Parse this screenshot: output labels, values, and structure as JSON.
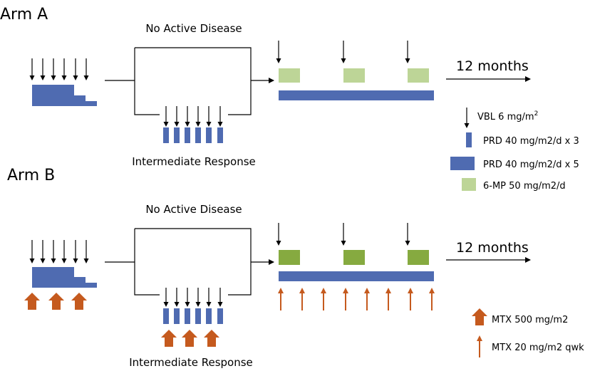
{
  "arm_a": {
    "title": "Arm A",
    "no_active_disease": "No Active Disease",
    "intermediate_response": "Intermediate Response",
    "months": "12 months"
  },
  "arm_b": {
    "title": "Arm B",
    "no_active_disease": "No Active Disease",
    "intermediate_response": "Intermediate Response",
    "months": "12 months"
  },
  "legend": {
    "vbl_prefix": "VBL 6 mg/m",
    "vbl_sup": "2",
    "prd3": "PRD 40 mg/m2/d x 3",
    "prd5": "PRD 40 mg/m2/d x 5",
    "mp": "6-MP 50 mg/m2/d",
    "mtx500": "MTX 500 mg/m2",
    "mtx20": "MTX 20 mg/m2 qwk"
  },
  "colors": {
    "prd": "#4f6bb1",
    "mp_light": "#bdd597",
    "mp_dark": "#86aa40",
    "mtx": "#c55a1e",
    "line": "#000000"
  }
}
